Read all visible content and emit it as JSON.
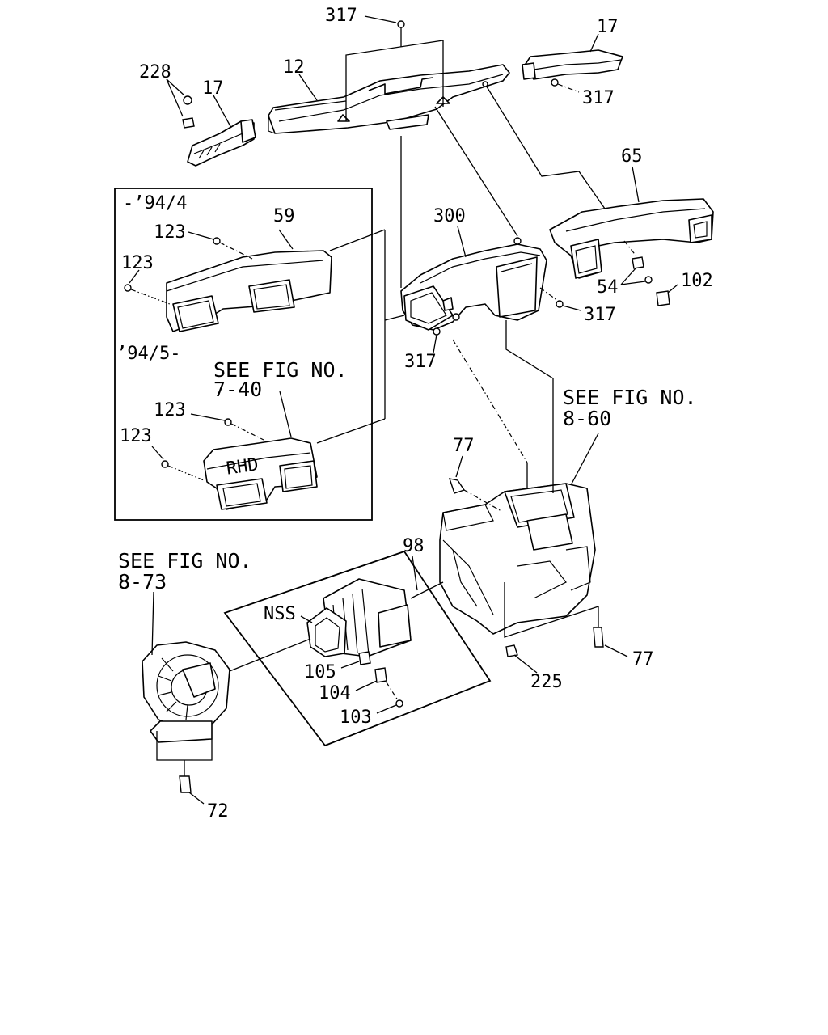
{
  "labels": {
    "p317_top": "317",
    "p17_right": "17",
    "p12": "12",
    "p228": "228",
    "p17_left": "17",
    "p317_right_top": "317",
    "p65": "65",
    "p59": "59",
    "p123_a": "123",
    "p123_b": "123",
    "p300": "300",
    "p54": "54",
    "p102": "102",
    "p317_mid": "317",
    "p317_low": "317",
    "p123_c": "123",
    "p123_d": "123",
    "p77_top": "77",
    "p98": "98",
    "nss": "NSS",
    "p105": "105",
    "p104": "104",
    "p103": "103",
    "p77_bottom": "77",
    "p225": "225",
    "p72": "72"
  },
  "inset": {
    "early_range": "-’94/4",
    "late_range": "’94/5-",
    "rhd_mark": "RHD"
  },
  "references": {
    "ref_7_40_line1": "SEE FIG NO.",
    "ref_7_40_line2": "7-40",
    "ref_8_60_line1": "SEE FIG NO.",
    "ref_8_60_line2": "8-60",
    "ref_8_73_line1": "SEE FIG NO.",
    "ref_8_73_line2": "8-73"
  }
}
